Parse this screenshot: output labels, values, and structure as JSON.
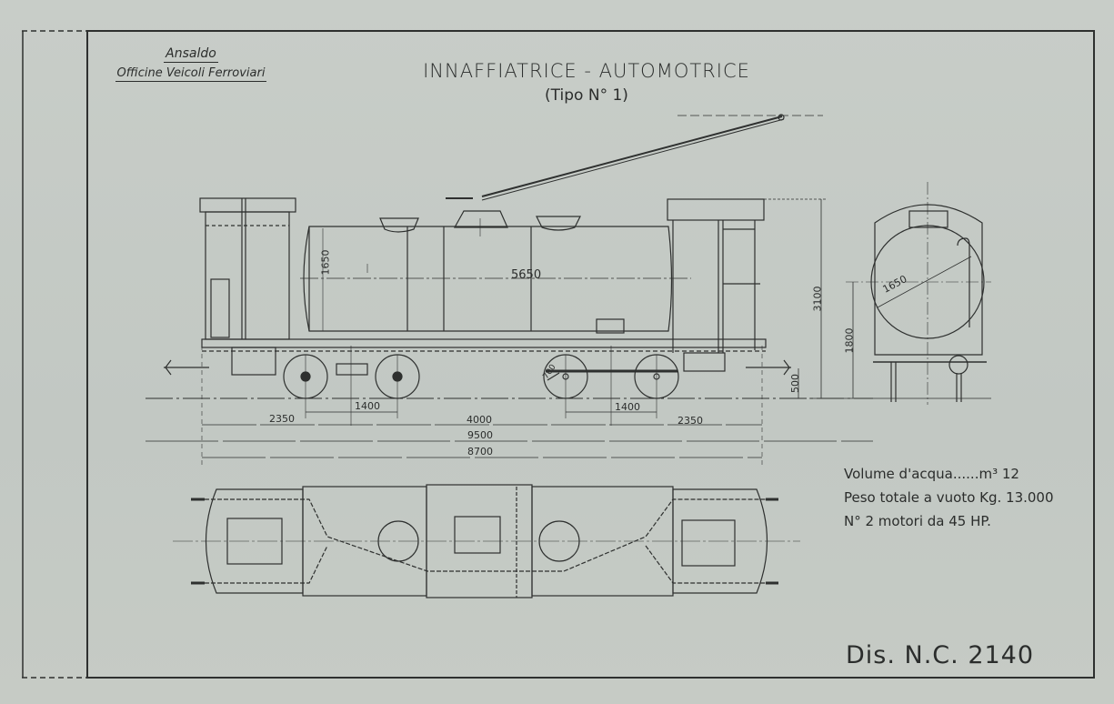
{
  "document": {
    "maker": {
      "company": "Ansaldo",
      "division": "Officine Veicoli Ferroviari"
    },
    "title": "INNAFFIATRICE - AUTOMOTRICE",
    "subtitle": "(Tipo N° 1)",
    "specifications": [
      "Volume d'acqua......m³ 12",
      "Peso totale a vuoto  Kg. 13.000",
      "N° 2 motori da 45 HP."
    ],
    "drawing_number": "Dis. N.C. 2140"
  },
  "dimensions": {
    "side_view": {
      "tank_diameter": "1650",
      "tank_length": "5650",
      "wheel_diameter": "700",
      "overall_height": "3100",
      "buffer_height": "500",
      "bogie_wheelbase_left": "1400",
      "bogie_wheelbase_right": "1400",
      "overhang_left": "2350",
      "bogie_centers": "4000",
      "overhang_right": "2350",
      "length_over_buffers": "9500",
      "length_over_body": "8700"
    },
    "end_view": {
      "tank_diameter": "1650",
      "tank_axis_height": "1800"
    }
  },
  "views": [
    "side-elevation",
    "end-elevation",
    "plan-view"
  ]
}
